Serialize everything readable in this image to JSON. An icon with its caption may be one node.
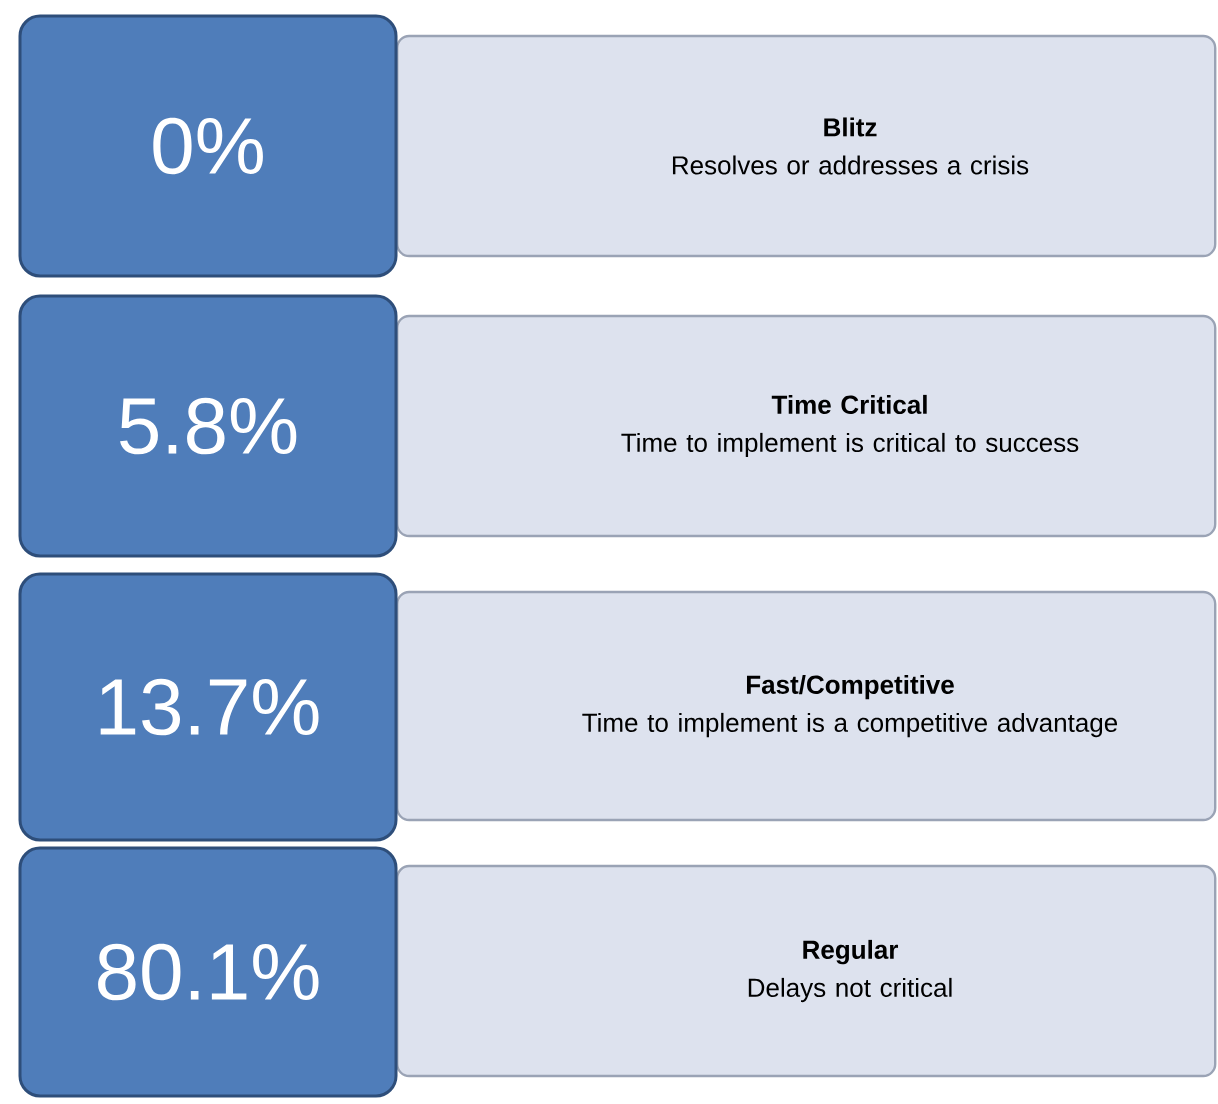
{
  "diagram": {
    "nodes": [
      {
        "text": [
          "0%"
        ]
      },
      {
        "text": [
          "Blitz",
          "Resolves or addresses a crisis"
        ]
      },
      {
        "text": [
          "5.8%"
        ]
      },
      {
        "text": [
          "Time Critical",
          "Time to implement is critical to success"
        ]
      },
      {
        "text": [
          "13.7%"
        ]
      },
      {
        "text": [
          "Fast/Competitive",
          "Time to implement is a competitive advantage"
        ]
      },
      {
        "text": [
          "80.1%"
        ]
      },
      {
        "text": [
          "Regular",
          "Delays not critical"
        ]
      }
    ]
  }
}
